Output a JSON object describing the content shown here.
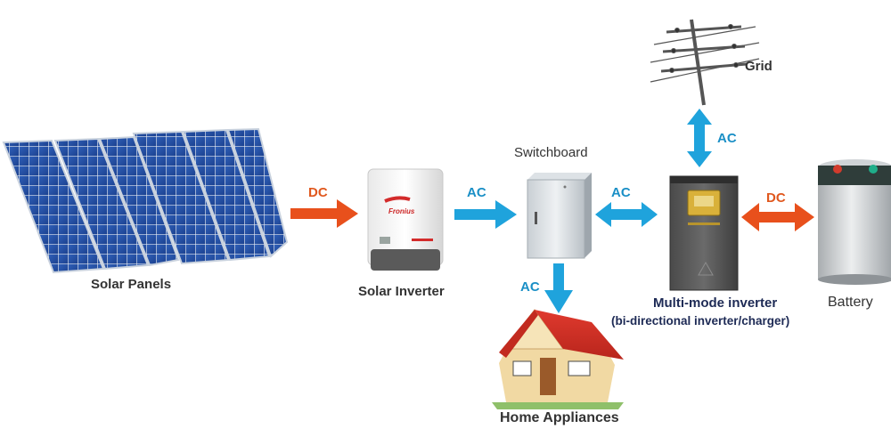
{
  "components": {
    "solar_panels": "Solar Panels",
    "solar_inverter": "Solar  Inverter",
    "switchboard": "Switchboard",
    "grid": "Grid",
    "multimode_inverter": "Multi-mode inverter",
    "multimode_inverter_sub": "(bi-directional inverter/charger)",
    "battery": "Battery",
    "home_appliances": "Home Appliances",
    "inverter_brand": "Fronius"
  },
  "flows": {
    "panels_to_inverter": "DC",
    "inverter_to_switchboard": "AC",
    "switchboard_multimode": "AC",
    "grid_multimode": "AC",
    "multimode_battery": "DC",
    "switchboard_to_home": "AC"
  },
  "colors": {
    "dc_arrow": "#e8501c",
    "ac_arrow": "#1fa3dc",
    "ac_label": "#1a8fc6",
    "dc_label": "#e0581e",
    "multimode_label": "#1d2a55"
  }
}
